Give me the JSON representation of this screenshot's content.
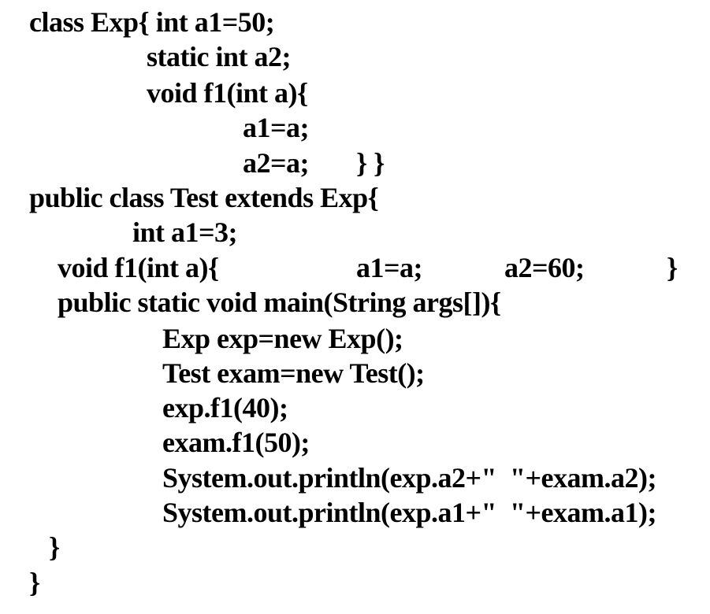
{
  "code": {
    "lines": [
      "class Exp{ int a1=50;",
      "static int a2;",
      "void f1(int a){",
      "a1=a;",
      "a2=a;",
      "} }",
      "public class Test extends Exp{",
      "int a1=3;",
      "void f1(int a){",
      "a1=a;",
      "a2=60;",
      "}",
      "public static void main(String args[]){",
      "Exp exp=new Exp();",
      "Test exam=new Test();",
      "exp.f1(40);",
      "exam.f1(50);",
      "System.out.println(exp.a2+\"  \"+exam.a2);",
      "System.out.println(exp.a1+\"  \"+exam.a1);",
      "}",
      "}"
    ]
  },
  "colors": {
    "background": "#ffffff",
    "text": "#000000"
  }
}
